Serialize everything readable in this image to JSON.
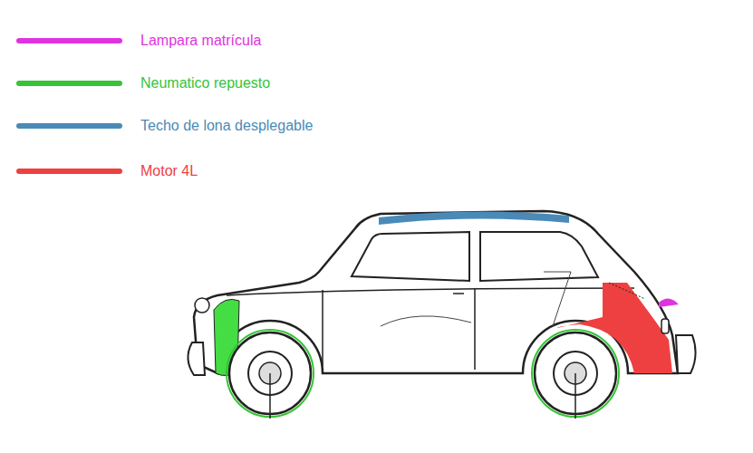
{
  "diagram": {
    "legend": [
      {
        "text": "Lampara matrícula",
        "color": "#e033e0"
      },
      {
        "text": "Neumatico repuesto",
        "color": "#36c436"
      },
      {
        "text": "Techo de lona desplegable",
        "color": "#4a8ab8"
      },
      {
        "text": "Motor 4L",
        "color": "#ee4040"
      }
    ]
  }
}
